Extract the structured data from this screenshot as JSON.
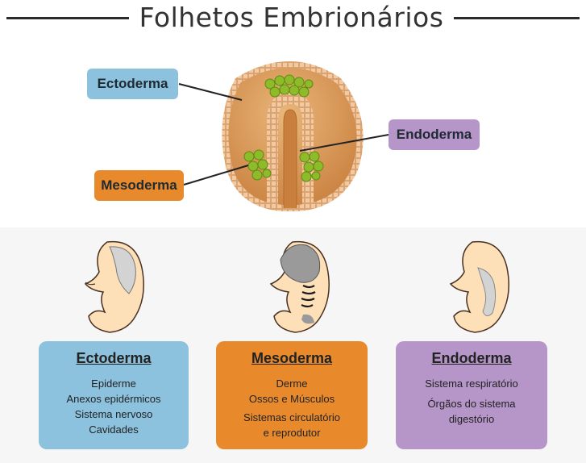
{
  "title": "Folhetos Embrionários",
  "diagram_labels": {
    "ectoderma": "Ectoderma",
    "mesoderma": "Mesoderma",
    "endoderma": "Endoderma"
  },
  "cards": [
    {
      "title": "Ectoderma",
      "items": [
        "Epiderme",
        "Anexos epidérmicos",
        "Sistema nervoso",
        "Cavidades"
      ]
    },
    {
      "title": "Mesoderma",
      "items": [
        "Derme",
        "Ossos e Músculos",
        "Sistemas circulatório",
        "e reprodutor"
      ]
    },
    {
      "title": "Endoderma",
      "items": [
        "Sistema respiratório",
        "Órgãos do sistema",
        "digestório"
      ]
    }
  ],
  "colors": {
    "ectoderma": "#8cc2dd",
    "mesoderma": "#e88a2c",
    "endoderma": "#b696c9",
    "embryo_body": "#d99a59",
    "cell_cluster": "#8dbb2a"
  }
}
